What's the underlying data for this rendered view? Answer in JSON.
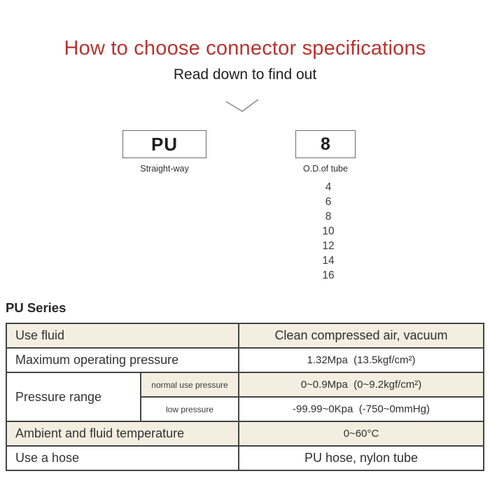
{
  "colors": {
    "title_red": "#b5342f",
    "row_beige": "#f4eee1",
    "table_border": "#454545"
  },
  "header": {
    "title": "How to choose connector specifications",
    "subtitle": "Read down to find out"
  },
  "diagram": {
    "chevron_icon": "chevron-down-icon",
    "items": [
      {
        "code": "PU",
        "label": "Straight-way"
      },
      {
        "code": "8",
        "label": "O.D.of tube",
        "options": [
          "4",
          "6",
          "8",
          "10",
          "12",
          "14",
          "16"
        ]
      }
    ]
  },
  "series_heading": "PU Series",
  "spec_table": {
    "rows": [
      {
        "label": "Use fluid",
        "value": "Clean compressed air, vacuum"
      },
      {
        "label": "Maximum operating pressure",
        "value": "1.32Mpa  (13.5kgf/cm²)"
      },
      {
        "label": "Pressure range",
        "sub_rows": [
          {
            "sub_label": "normal use pressure",
            "value": "0~0.9Mpa  (0~9.2kgf/cm²)"
          },
          {
            "sub_label": "low pressure",
            "value": "-99.99~0Kpa  (-750~0mmHg)"
          }
        ]
      },
      {
        "label": "Ambient and fluid temperature",
        "value": "0~60°C"
      },
      {
        "label": "Use a hose",
        "value": "PU hose, nylon tube"
      }
    ]
  }
}
